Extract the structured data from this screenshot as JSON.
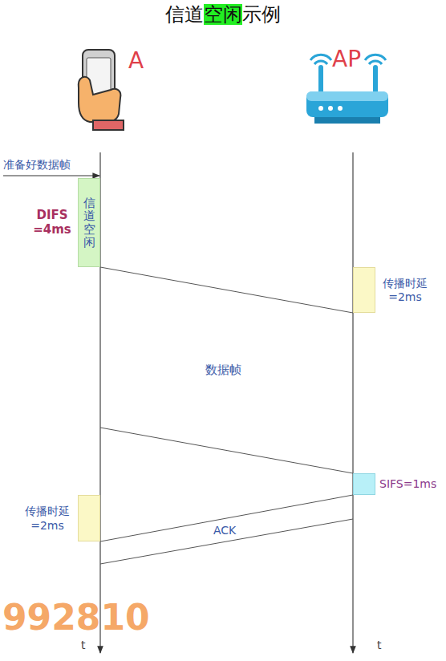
{
  "diagram": {
    "title": "信道空闲示例",
    "nodes": [
      {
        "text": [
          "DIFS =4ms",
          "信道空闲"
        ]
      },
      {
        "text": [
          "传播时延 =2ms"
        ]
      },
      {
        "text": [
          "SIFS=1ms"
        ]
      },
      {
        "text": [
          "传播时延 =2ms"
        ]
      }
    ],
    "edges": [
      {
        "from": 0,
        "to": 1,
        "arrow": "none"
      },
      {
        "from": 2,
        "to": 3,
        "arrow": "none"
      }
    ],
    "labels": [
      "A",
      "AP",
      "准备好数据帧",
      "数据帧",
      "ACK",
      "t",
      "t",
      "992810"
    ]
  }
}
